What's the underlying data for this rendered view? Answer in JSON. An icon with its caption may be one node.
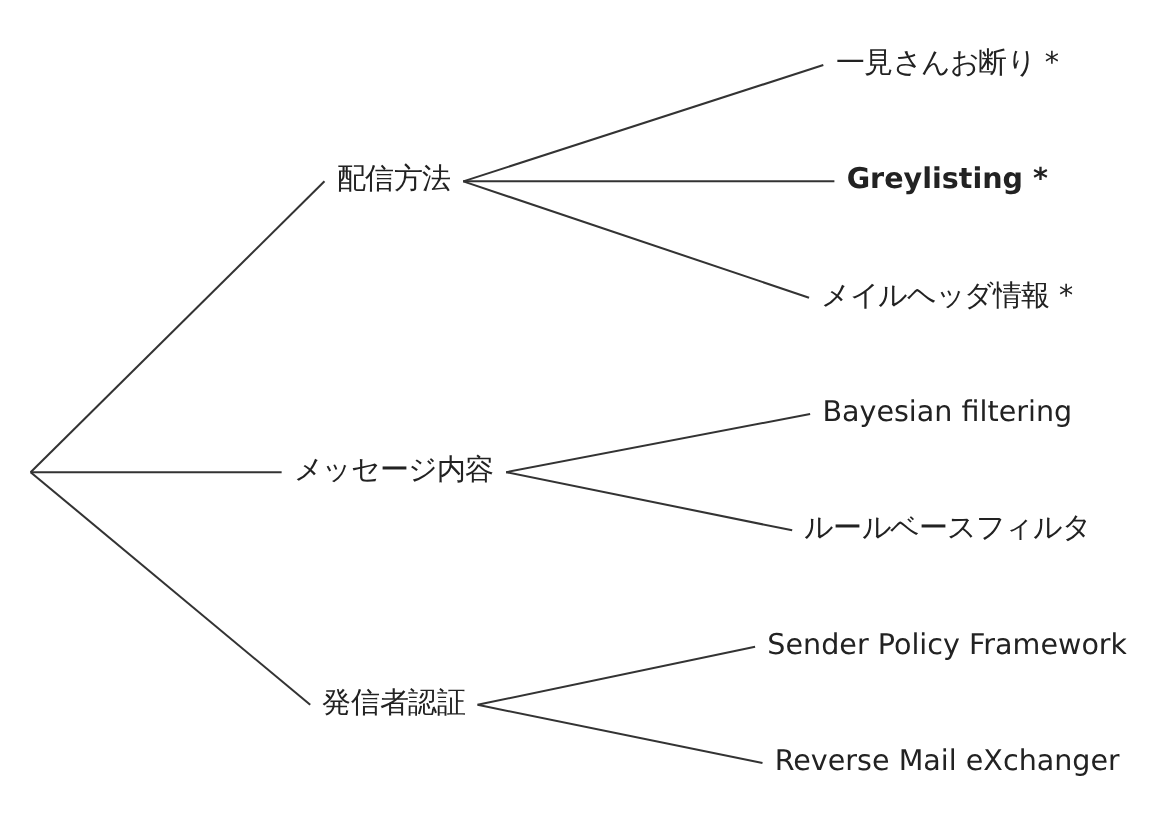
{
  "diagram": {
    "nodes": [
      {
        "text": [
          "配信方法"
        ]
      },
      {
        "text": [
          "一見さんお断り *"
        ]
      },
      {
        "text": [
          "Greylisting *"
        ]
      },
      {
        "text": [
          "メイルヘッダ情報 *"
        ]
      },
      {
        "text": [
          "メッセージ内容"
        ]
      },
      {
        "text": [
          "Bayesian filtering"
        ]
      },
      {
        "text": [
          "ルールベースフィルタ"
        ]
      },
      {
        "text": [
          "発信者認証"
        ]
      },
      {
        "text": [
          "Sender Policy Framework"
        ]
      },
      {
        "text": [
          "Reverse Mail eXchanger"
        ]
      }
    ],
    "edges": [
      {
        "from": null,
        "to": 0,
        "arrow": "none"
      },
      {
        "from": 0,
        "to": 1,
        "arrow": "none"
      },
      {
        "from": 0,
        "to": 2,
        "arrow": "none"
      },
      {
        "from": 0,
        "to": 3,
        "arrow": "none"
      },
      {
        "from": null,
        "to": 4,
        "arrow": "none"
      },
      {
        "from": 4,
        "to": 5,
        "arrow": "none"
      },
      {
        "from": 4,
        "to": 6,
        "arrow": "none"
      },
      {
        "from": null,
        "to": 7,
        "arrow": "none"
      },
      {
        "from": 7,
        "to": 8,
        "arrow": "none"
      },
      {
        "from": 7,
        "to": 9,
        "arrow": "none"
      }
    ]
  }
}
